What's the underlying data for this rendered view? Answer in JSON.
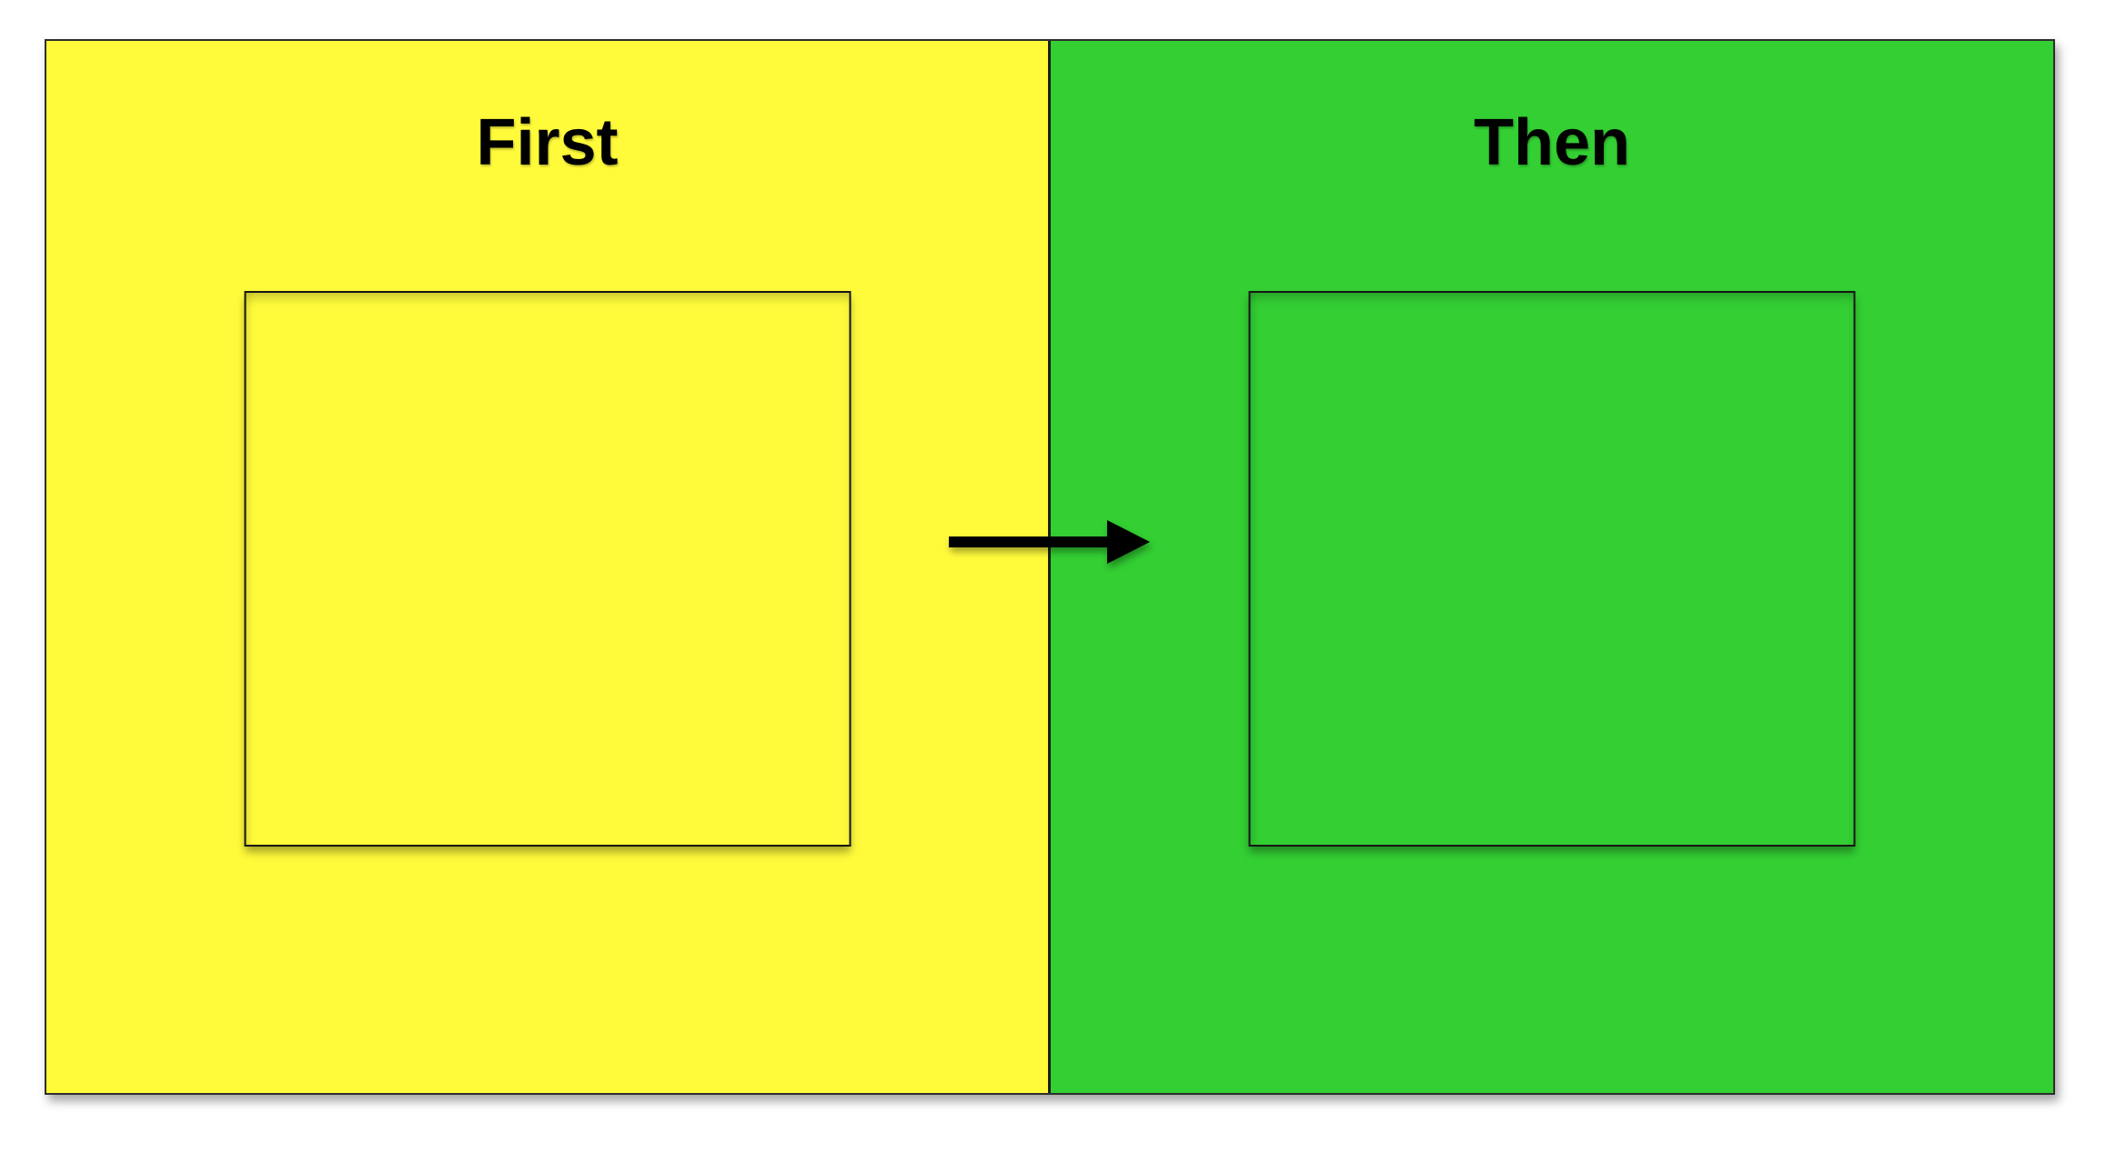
{
  "diagram": {
    "type": "first-then-board",
    "panels": [
      {
        "id": "first",
        "label": "First",
        "bg": "#FFFB3B",
        "inner_box": "empty"
      },
      {
        "id": "then",
        "label": "Then",
        "bg": "#33CF33",
        "inner_box": "empty"
      }
    ],
    "arrow": {
      "direction": "right",
      "color": "#000000"
    },
    "frame": {
      "border_color": "#2E2E2E",
      "divider_color": "#1D1D1D",
      "page_background": "#FFFFFF"
    }
  }
}
